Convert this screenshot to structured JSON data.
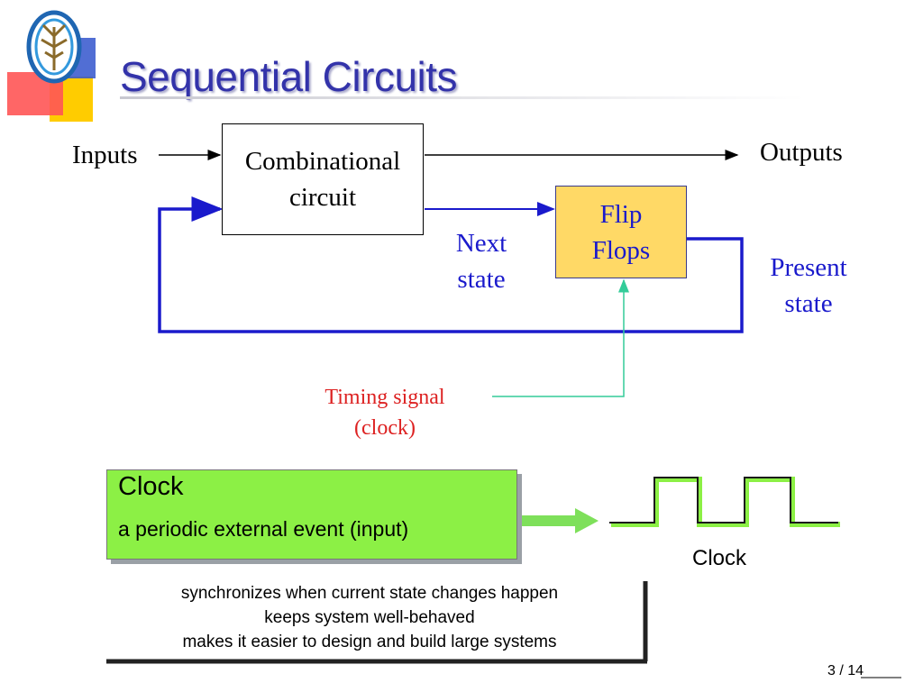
{
  "slide": {
    "title": "Sequential Circuits",
    "page_number": "3 / 14"
  },
  "diagram": {
    "inputs_label": "Inputs",
    "outputs_label": "Outputs",
    "combinational_line1": "Combinational",
    "combinational_line2": "circuit",
    "flipflops_line1": "Flip",
    "flipflops_line2": "Flops",
    "next_state_line1": "Next",
    "next_state_line2": "state",
    "present_state_line1": "Present",
    "present_state_line2": "state",
    "timing_line1": "Timing signal",
    "timing_line2": "(clock)"
  },
  "clock_box": {
    "title": "Clock",
    "description": "a periodic external event (input)"
  },
  "waveform": {
    "label": "Clock"
  },
  "notes": [
    "synchronizes when current state changes happen",
    "keeps system well-behaved",
    "makes it easier to design and build large systems"
  ],
  "colors": {
    "title": "#3333aa",
    "feedback_line": "#1a1acc",
    "timing_line": "#33cc99",
    "timing_text": "#dd2222",
    "flipflop_fill": "#ffd966",
    "clock_box_fill": "#8cf045"
  }
}
